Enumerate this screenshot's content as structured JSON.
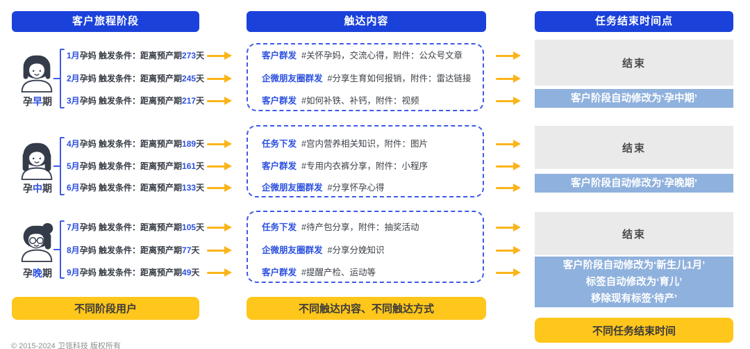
{
  "columns": {
    "journey": {
      "header": "客户旅程阶段",
      "footer_label": "不同阶段用户"
    },
    "content": {
      "header": "触达内容",
      "footer_label": "不同触达内容、不同触达方式"
    },
    "end": {
      "header": "任务结束时间点",
      "footer_label": "不同任务结束时间"
    }
  },
  "stages": [
    {
      "label": {
        "pre": "孕",
        "hl": "早",
        "post": "期"
      },
      "avatar_icon": "woman-short-hair-avatar",
      "rows": [
        {
          "month": "1月",
          "mid": "孕妈 触发条件：距离预产期",
          "days": "273",
          "suffix": "天"
        },
        {
          "month": "2月",
          "mid": "孕妈 触发条件：距离预产期",
          "days": "245",
          "suffix": "天"
        },
        {
          "month": "3月",
          "mid": "孕妈 触发条件：距离预产期",
          "days": "217",
          "suffix": "天"
        }
      ],
      "touches": [
        {
          "label": "客户群发",
          "desc": "#关怀孕妈，交流心得，附件：公众号文章"
        },
        {
          "label": "企微朋友圈群发",
          "desc": "#分享生育如何报销，附件：雷达链接"
        },
        {
          "label": "客户群发",
          "desc": "#如何补铁、补钙，附件：视频"
        }
      ],
      "end": {
        "finish": "结束",
        "actions": [
          "客户阶段自动修改为‘孕中期’"
        ]
      }
    },
    {
      "label": {
        "pre": "孕",
        "hl": "中",
        "post": "期"
      },
      "avatar_icon": "woman-long-hair-avatar",
      "rows": [
        {
          "month": "4月",
          "mid": "孕妈 触发条件：距离预产期",
          "days": "189",
          "suffix": "天"
        },
        {
          "month": "5月",
          "mid": "孕妈 触发条件：距离预产期",
          "days": "161",
          "suffix": "天"
        },
        {
          "month": "6月",
          "mid": "孕妈 触发条件：距离预产期",
          "days": "133",
          "suffix": "天"
        }
      ],
      "touches": [
        {
          "label": "任务下发",
          "desc": "#宫内营养相关知识，附件：图片"
        },
        {
          "label": "客户群发",
          "desc": "#专用内衣裤分享，附件：小程序"
        },
        {
          "label": "企微朋友圈群发",
          "desc": "#分享怀孕心得"
        }
      ],
      "end": {
        "finish": "结束",
        "actions": [
          "客户阶段自动修改为‘孕晚期’"
        ]
      }
    },
    {
      "label": {
        "pre": "孕",
        "hl": "晚",
        "post": "期"
      },
      "avatar_icon": "woman-glasses-bun-avatar",
      "rows": [
        {
          "month": "7月",
          "mid": "孕妈 触发条件：距离预产期",
          "days": "105",
          "suffix": "天"
        },
        {
          "month": "8月",
          "mid": "孕妈 触发条件：距离预产期",
          "days": "77",
          "suffix": "天"
        },
        {
          "month": "9月",
          "mid": "孕妈 触发条件：距离预产期",
          "days": "49",
          "suffix": "天"
        }
      ],
      "touches": [
        {
          "label": "任务下发",
          "desc": "#待产包分享，附件：抽奖活动"
        },
        {
          "label": "企微朋友圈群发",
          "desc": "#分享分娩知识"
        },
        {
          "label": "客户群发",
          "desc": "#提醒产检、运动等"
        }
      ],
      "end": {
        "finish": "结束",
        "actions": [
          "客户阶段自动修改为‘新生儿1月’",
          "标签自动修改为‘育儿’",
          "移除现有标签‘待产’"
        ]
      }
    }
  ],
  "footer": {
    "copyright": "© 2015-2024 卫瓴科技 版权所有"
  },
  "icons": {
    "flow_arrow": "yellow-arrow-right"
  },
  "colors": {
    "header_blue": "#1B41DB",
    "accent_blue": "#2B50DF",
    "dashed_border_blue": "#3D5AE8",
    "arrow_yellow": "#FBB41A",
    "chip_yellow": "#FFC61B",
    "end_gray": "#EAEAEA",
    "action_blue": "#8FB1DD",
    "text_dark": "#363B44"
  }
}
